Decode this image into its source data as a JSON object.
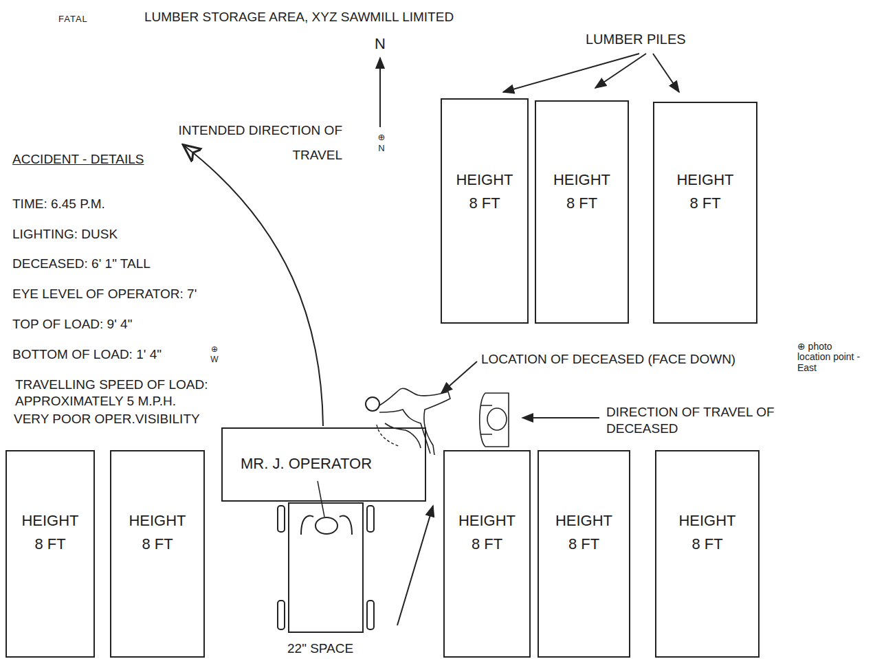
{
  "diagram": {
    "title": "LUMBER STORAGE AREA, XYZ SAWMILL LIMITED",
    "nodes": [
      {
        "text": [
          "HEIGHT 8 FT"
        ]
      },
      {
        "text": [
          "HEIGHT 8 FT"
        ]
      },
      {
        "text": [
          "HEIGHT 8 FT"
        ]
      },
      {
        "text": [
          "MR. J. OPERATOR"
        ]
      },
      {
        "text": [
          "HEIGHT 8 FT"
        ]
      },
      {
        "text": [
          "HEIGHT 8 FT"
        ]
      },
      {
        "text": [
          "HEIGHT 8 FT"
        ]
      },
      {
        "text": [
          "HEIGHT 8 FT"
        ]
      },
      {
        "text": [
          "HEIGHT 8 FT"
        ]
      }
    ],
    "labels": [
      "FATAL",
      "N",
      "⊕ N",
      "LUMBER PILES",
      "INTENDED DIRECTION OF TRAVEL",
      "ACCIDENT - DETAILS",
      "TIME: 6.45 P.M.",
      "LIGHTING: DUSK",
      "DECEASED: 6' 1\" TALL",
      "EYE LEVEL OF OPERATOR: 7'",
      "TOP OF LOAD: 9' 4\"",
      "BOTTOM OF LOAD: 1' 4\"",
      "⊕ W",
      "TRAVELLING SPEED OF LOAD: APPROXIMATELY 5 M.P.H.",
      "VERY POOR OPER.VISIBILITY",
      "LOCATION OF DECEASED (FACE DOWN)",
      "⊕ photo location point - East",
      "DIRECTION OF TRAVEL OF DECEASED",
      "22\" SPACE"
    ]
  }
}
